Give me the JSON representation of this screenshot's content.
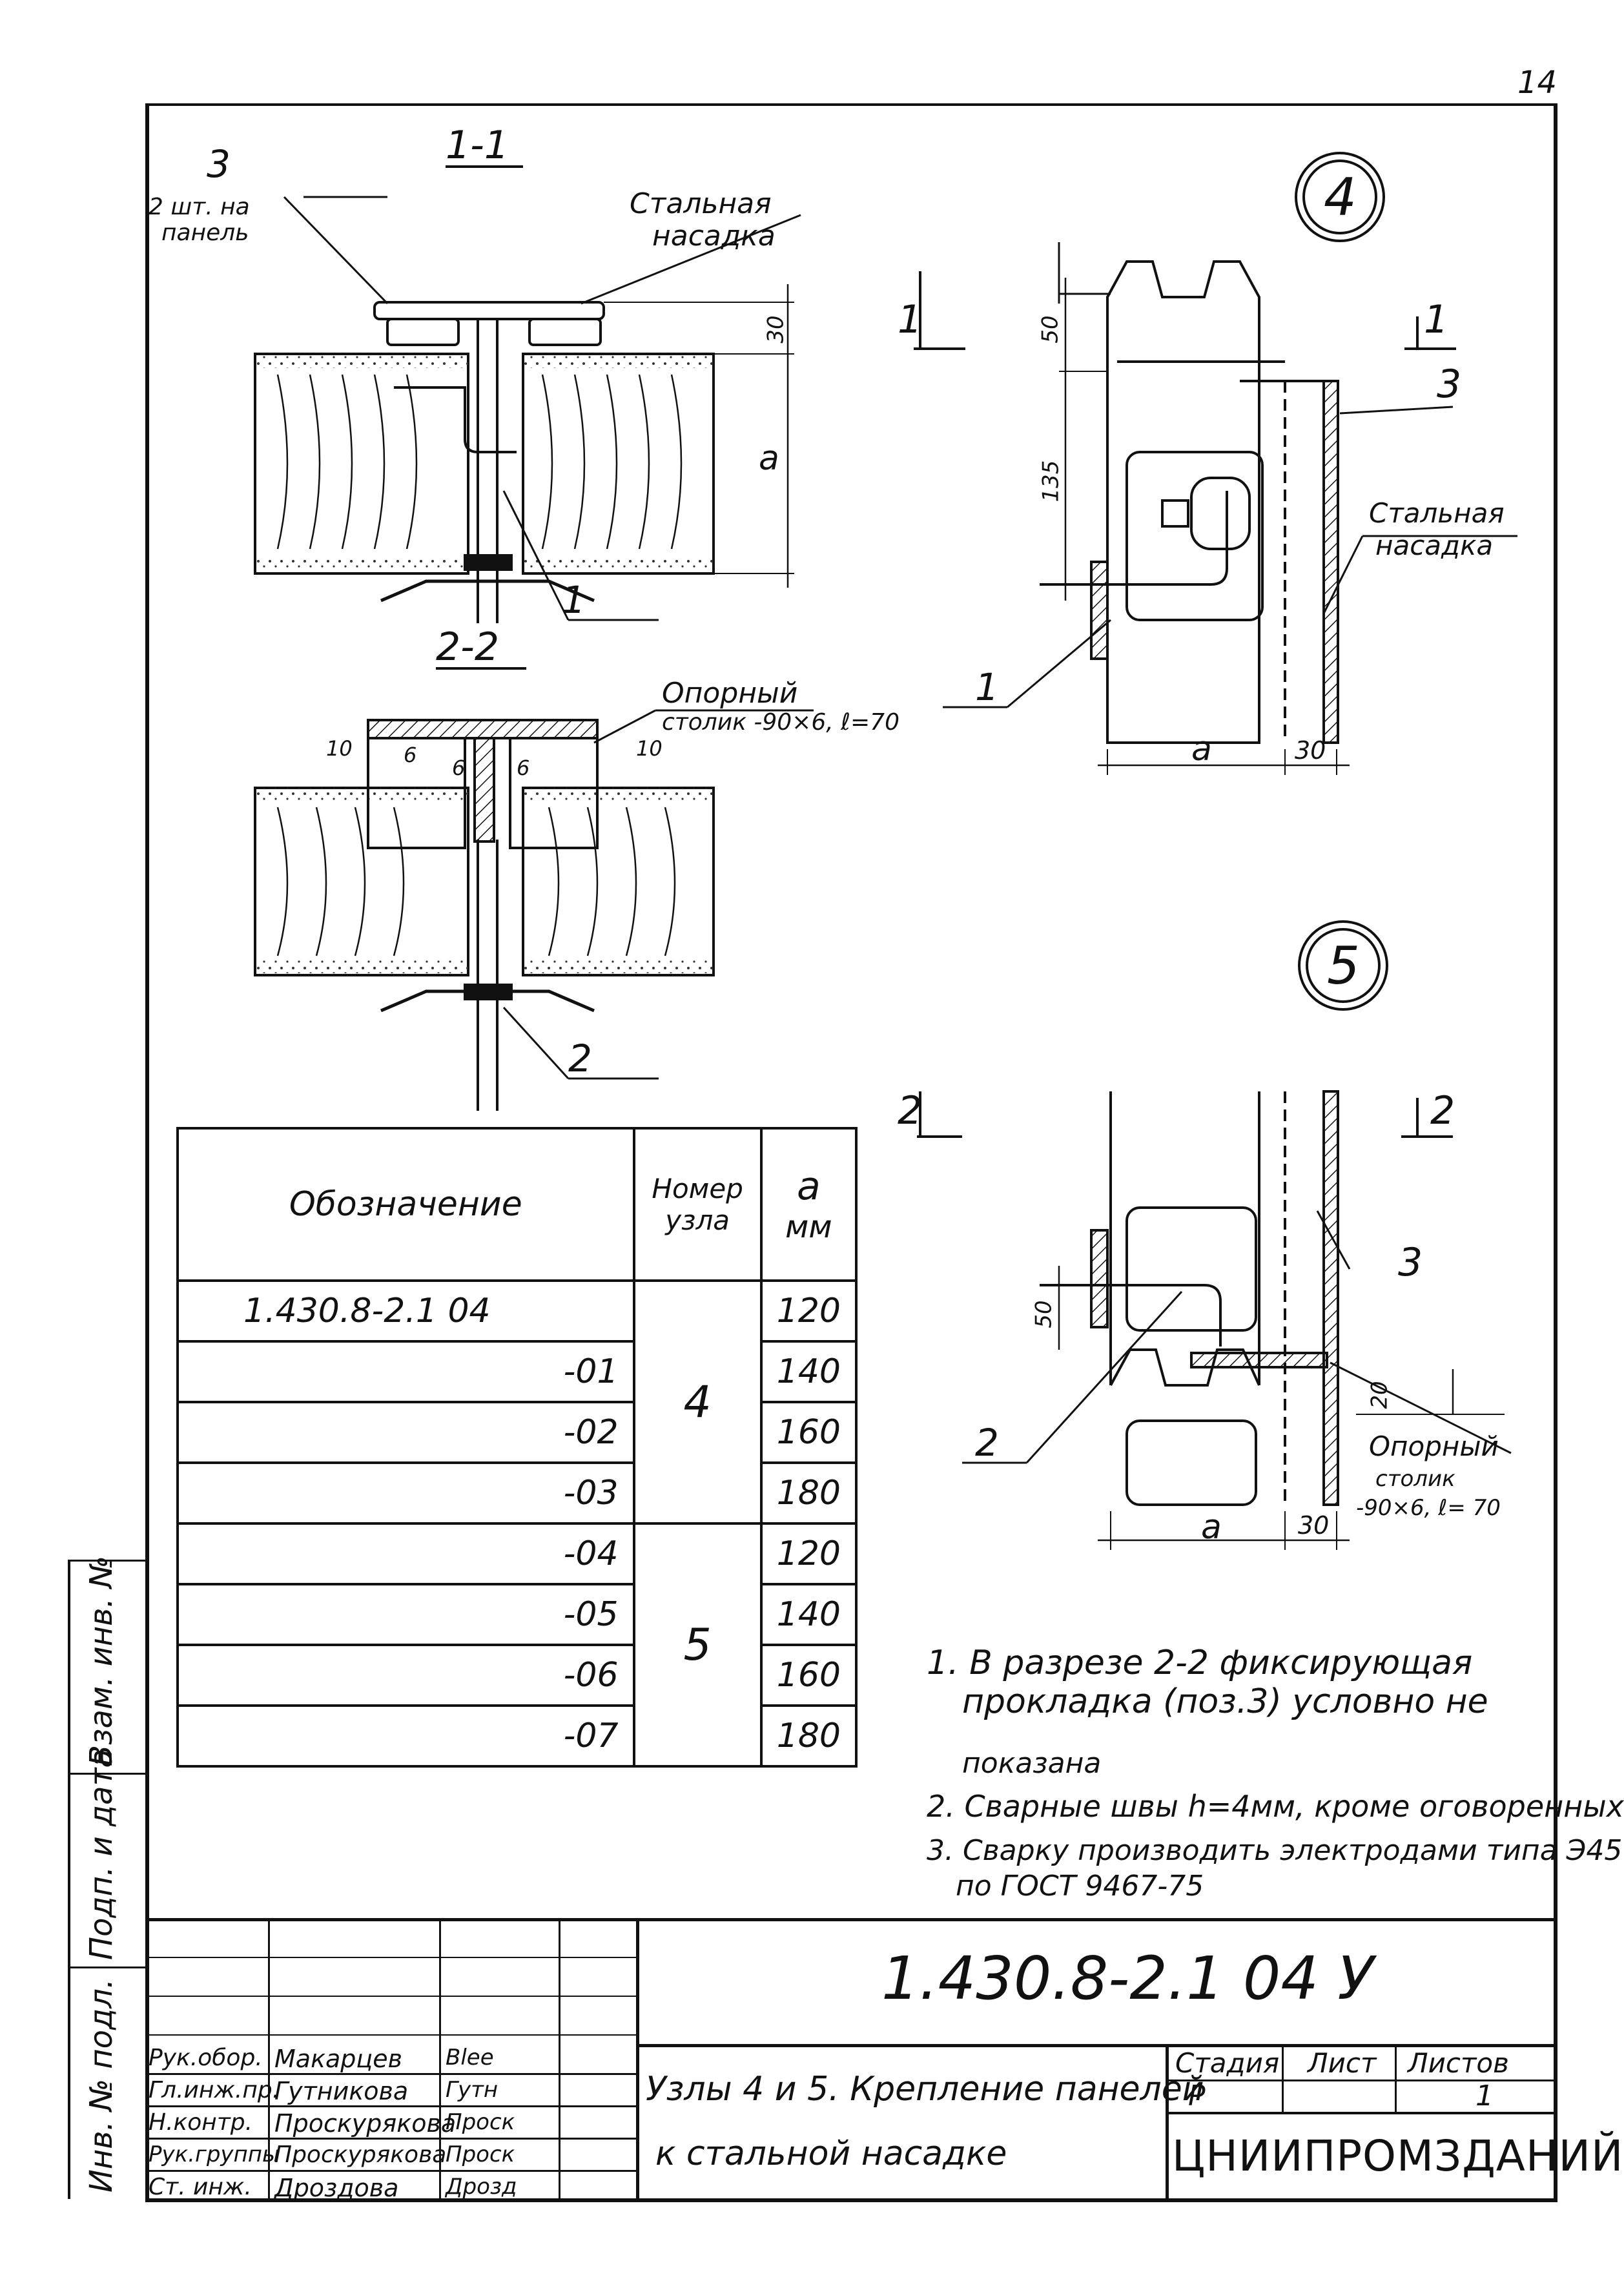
{
  "page_number": "14",
  "section_views": {
    "view_1_1": "1-1",
    "view_2_2": "2-2",
    "node_4": "4",
    "node_5": "5"
  },
  "labels_view_1_1": {
    "pos3": "3",
    "pos3_note_1": "2 шт. на",
    "pos3_note_2": "панель",
    "steel_cap_1": "Стальная",
    "steel_cap_2": "насадка",
    "dim_30": "30",
    "dim_a": "a",
    "pos1": "1"
  },
  "labels_view_2_2": {
    "support_1": "Опорный",
    "support_2": "столик -90×6, ℓ=70",
    "dim_10_left": "10",
    "dim_10_right": "10",
    "weld_6a": "6",
    "weld_6b": "6",
    "weld_6c": "6",
    "pos2": "2"
  },
  "labels_node_4": {
    "cut_1_left": "1",
    "cut_1_right": "1",
    "dim_50": "50",
    "dim_135": "135",
    "pos3": "3",
    "steel_cap_1": "Стальная",
    "steel_cap_2": "насадка",
    "pos1": "1",
    "dim_a": "a",
    "dim_30": "30"
  },
  "labels_node_5": {
    "cut_2_left": "2",
    "cut_2_right": "2",
    "dim_50": "50",
    "dim_20": "20",
    "pos3": "3",
    "pos2": "2",
    "support_1": "Опорный",
    "support_2": "столик",
    "support_3": "-90×6, ℓ= 70",
    "dim_a": "a",
    "dim_30": "30"
  },
  "table": {
    "headers": [
      "Обозначение",
      "Номер узла",
      "a мм"
    ],
    "header_node_1": "Номер",
    "header_node_2": "узла",
    "header_a_1": "a",
    "header_a_2": "мм",
    "rows": [
      {
        "designation": "1.430.8-2.1   04",
        "a": "120"
      },
      {
        "designation": "-01",
        "a": "140"
      },
      {
        "designation": "-02",
        "a": "160"
      },
      {
        "designation": "-03",
        "a": "180"
      },
      {
        "designation": "-04",
        "a": "120"
      },
      {
        "designation": "-05",
        "a": "140"
      },
      {
        "designation": "-06",
        "a": "160"
      },
      {
        "designation": "-07",
        "a": "180"
      }
    ],
    "node_group_1": "4",
    "node_group_2": "5"
  },
  "notes": {
    "n1a": "1. В разрезе  2-2  фиксирующая",
    "n1b": "прокладка  (поз.3)  условно  не",
    "n1c": "показана",
    "n2": "2.  Сварные швы h=4мм, кроме оговоренных",
    "n3a": "3.  Сварку производить электродами типа Э45",
    "n3b": "по  ГОСТ  9467-75"
  },
  "side_strip": {
    "cell1": "Инв. № подл.",
    "cell2": "Подп. и дата",
    "cell3": "Взам. инв. №"
  },
  "title_block": {
    "doc_code": "1.430.8-2.1   04 У",
    "title_line1": "Узлы 4 и 5. Крепление панелей",
    "title_line2": "к  стальной      насадке",
    "stage_header": "Стадия",
    "sheet_header": "Лист",
    "sheets_header": "Листов",
    "stage": "Р",
    "sheet": "",
    "sheets": "1",
    "organization": "ЦНИИПРОМЗДАНИЙ",
    "roles": [
      {
        "role": "Рук.обор.",
        "name": "Макарцев",
        "sign": "Вlee"
      },
      {
        "role": "Гл.инж.пр.",
        "name": "Гутникова",
        "sign": "Гутн"
      },
      {
        "role": "Н.контр.",
        "name": "Проскурякова",
        "sign": "Проск"
      },
      {
        "role": "Рук.группы",
        "name": "Проскурякова",
        "sign": "Проск"
      },
      {
        "role": "Ст. инж.",
        "name": "Дроздова",
        "sign": "Дрозд"
      }
    ]
  }
}
